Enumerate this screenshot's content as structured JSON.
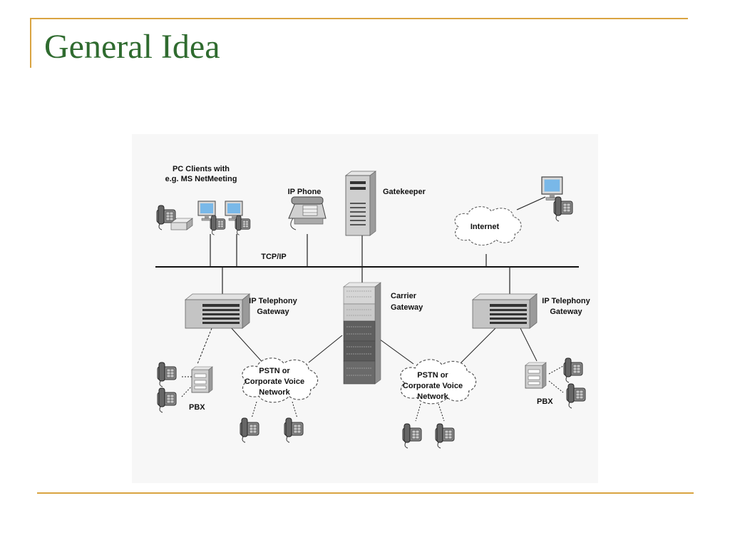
{
  "slide": {
    "title": "General Idea"
  },
  "diagram": {
    "labels": {
      "pc_clients_line1": "PC Clients with",
      "pc_clients_line2": "e.g. MS NetMeeting",
      "ip_phone": "IP Phone",
      "gatekeeper": "Gatekeeper",
      "internet": "Internet",
      "tcpip": "TCP/IP",
      "carrier_line1": "Carrier",
      "carrier_line2": "Gateway",
      "gw_left_line1": "IP Telephony",
      "gw_left_line2": "Gateway",
      "gw_right_line1": "IP Telephony",
      "gw_right_line2": "Gateway",
      "pstn_left_line1": "PSTN or",
      "pstn_left_line2": "Corporate Voice",
      "pstn_left_line3": "Network",
      "pstn_right_line1": "PSTN or",
      "pstn_right_line2": "Corporate Voice",
      "pstn_right_line3": "Network",
      "pbx_left": "PBX",
      "pbx_right": "PBX"
    }
  }
}
